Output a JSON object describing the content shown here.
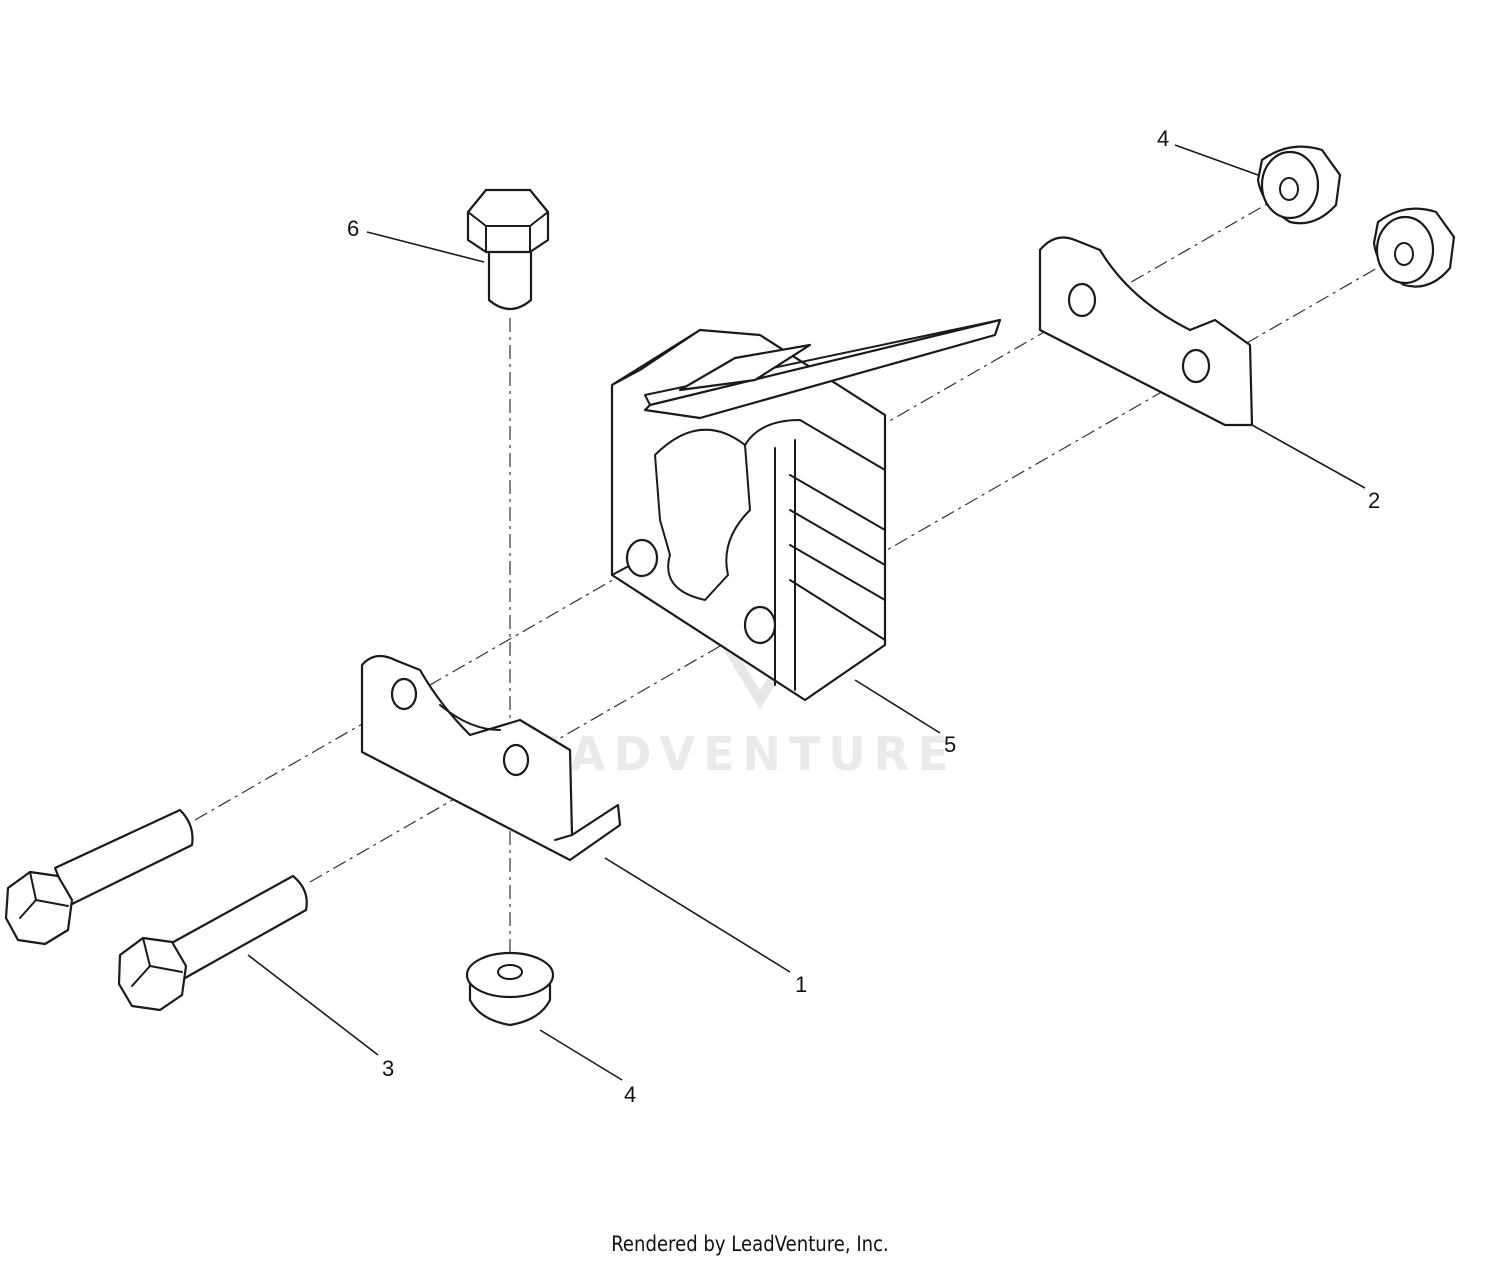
{
  "diagram": {
    "callouts": {
      "c1": "1",
      "c2": "2",
      "c3": "3",
      "c4_top": "4",
      "c4_bottom": "4",
      "c5": "5",
      "c6": "6"
    },
    "watermark": "LEADVENTURE",
    "footer": "Rendered by LeadVenture, Inc."
  }
}
